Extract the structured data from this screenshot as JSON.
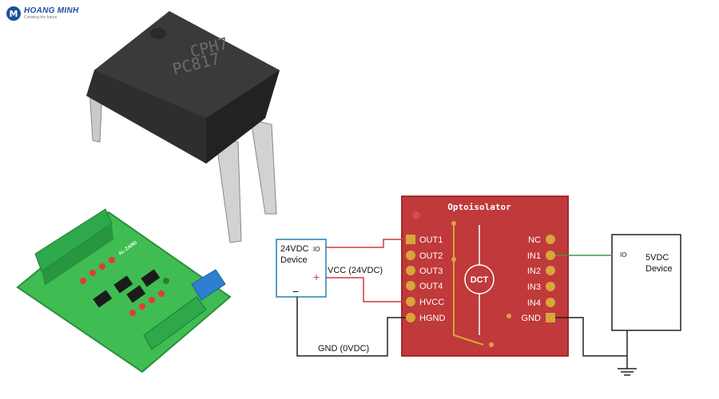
{
  "brand": {
    "name": "HOANG MINH",
    "tagline": "Creating the future"
  },
  "chip": {
    "line1": "CPH7",
    "line2": "PC817"
  },
  "module_board": {
    "silkscreen": "AL-ZARD"
  },
  "diagram": {
    "board_title": "Optoisolator",
    "center_label": "DCT",
    "left_pins": [
      "OUT1",
      "OUT2",
      "OUT3",
      "OUT4",
      "HVCC",
      "HGND"
    ],
    "right_pins": [
      "NC",
      "IN1",
      "IN2",
      "IN3",
      "IN4",
      "GND"
    ],
    "device_24": {
      "line1": "24VDC",
      "line2": "Device",
      "io": "IO",
      "plus": "+",
      "minus": "−"
    },
    "device_5": {
      "line1": "5VDC",
      "line2": "Device",
      "io": "IO"
    },
    "vcc_label": "VCC (24VDC)",
    "gnd_label": "GND (0VDC)"
  },
  "colors": {
    "board": "#c0393b",
    "board_edge": "#a32a2c",
    "pad": "#d8a53a",
    "wire_red": "#d03a3a",
    "wire_green": "#3a9a4a",
    "wire_black": "#222222",
    "device_border_blue": "#5aa0c8",
    "pcb_green": "#39b54a"
  }
}
